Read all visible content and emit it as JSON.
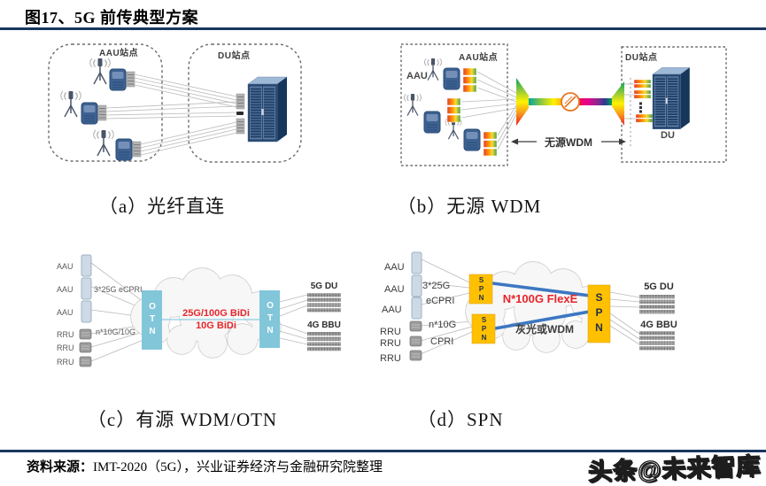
{
  "colors": {
    "rule_navy": "#17375E",
    "accent_red": "#E8252A",
    "otn_blue": "#82C6DA",
    "spn_orange": "#FFC000",
    "flexe_blue": "#3C77C2",
    "cabinet_navy": "#24456E"
  },
  "header": {
    "title": "图17、5G 前传典型方案"
  },
  "footer": {
    "source_label": "资料来源：",
    "source_text": "IMT-2020（5G），兴业证券经济与金融研究院整理",
    "watermark": "头条@未来智库"
  },
  "diagram_a": {
    "caption": "（a）光纤直连",
    "aau_site": "AAU站点",
    "du_site": "DU站点"
  },
  "diagram_b": {
    "caption": "（b）无源 WDM",
    "aau_site": "AAU站点",
    "aau": "AAU",
    "du_site": "DU站点",
    "du": "DU",
    "link_label": "无源WDM"
  },
  "diagram_c": {
    "caption": "（c）有源 WDM/OTN",
    "aau_labels": [
      "AAU",
      "AAU",
      "AAU"
    ],
    "rru_labels": [
      "RRU",
      "RRU",
      "RRU"
    ],
    "top_line_label": "3*25G eCPRI",
    "bottom_line_label": "n*10G/10G",
    "left_node": "OTN",
    "right_node": "OTN",
    "cloud_line1": "25G/100G BiDi",
    "cloud_line2": "10G BiDi",
    "du_stack_label": "5G DU",
    "bbu_stack_label": "4G BBU"
  },
  "diagram_d": {
    "caption": "（d）SPN",
    "aau_labels": [
      "AAU",
      "AAU",
      "AAU"
    ],
    "rru_labels": [
      "RRU",
      "RRU",
      "RRU"
    ],
    "top_line_label1": "3*25G",
    "top_line_label2": "eCPRI",
    "bottom_line_label1": "n*10G",
    "bottom_line_label2": "CPRI",
    "spn_top": "SPN",
    "spn_bottom": "SPN",
    "spn_right": "SPN",
    "cloud_line1": "N*100G FlexE",
    "cloud_line2": "灰光或WDM",
    "du_stack_label": "5G DU",
    "bbu_stack_label": "4G BBU"
  }
}
